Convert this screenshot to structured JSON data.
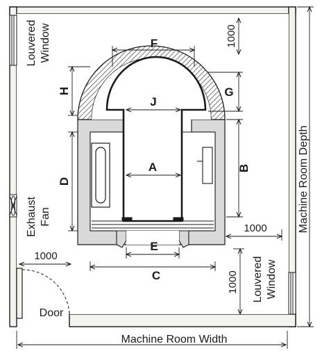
{
  "diagram": {
    "dimension_letters": {
      "A": "A",
      "B": "B",
      "C": "C",
      "D": "D",
      "E": "E",
      "F": "F",
      "G": "G",
      "H": "H",
      "J": "J"
    },
    "dimensions_mm": {
      "top_right": "1000",
      "right_middle": "1000",
      "left_door": "1000",
      "right_lower": "1000"
    },
    "labels": {
      "louvered_window_left_1": "Louvered",
      "louvered_window_left_2": "Window",
      "louvered_window_right_1": "Louvered",
      "louvered_window_right_2": "Window",
      "exhaust_fan_1": "Exhaust",
      "exhaust_fan_2": "Fan",
      "door": "Door",
      "machine_room_width": "Machine Room Width",
      "machine_room_depth": "Machine Room Depth"
    },
    "colors": {
      "wall_fill": "#f4f4ee",
      "shaft_gray": "#d9d9d9",
      "line": "#1a1a1a",
      "hatch": "#777777"
    }
  }
}
